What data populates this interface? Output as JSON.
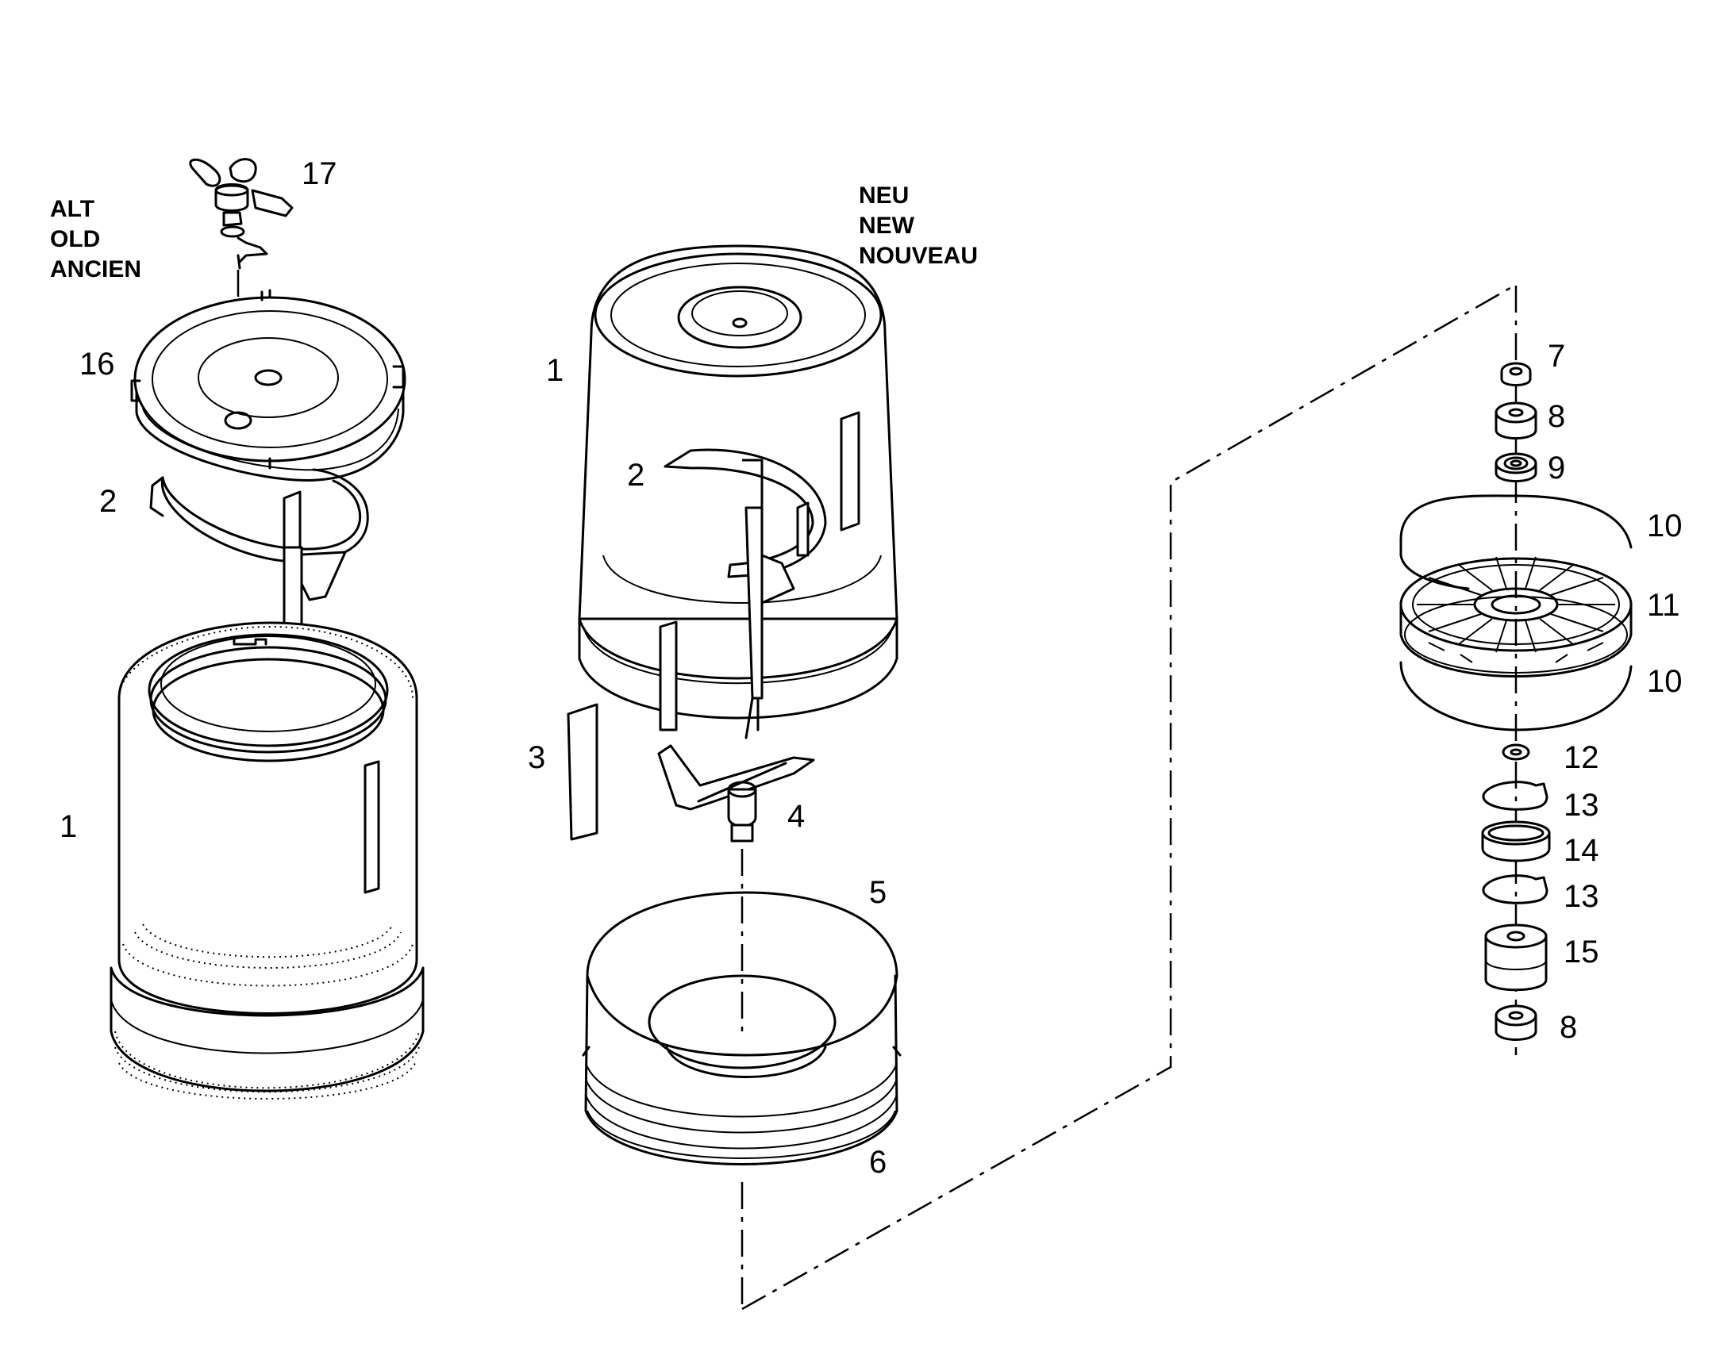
{
  "captions": {
    "old": [
      "ALT",
      "OLD",
      "ANCIEN"
    ],
    "new": [
      "NEU",
      "NEW",
      "NOUVEAU"
    ]
  },
  "callouts": {
    "c17": "17",
    "c16": "16",
    "c2_old": "2",
    "c1_old": "1",
    "c1_new": "1",
    "c2_new": "2",
    "c3": "3",
    "c4": "4",
    "c5": "5",
    "c6": "6",
    "c7": "7",
    "c8_top": "8",
    "c9": "9",
    "c10_top": "10",
    "c11": "11",
    "c10_bottom": "10",
    "c12": "12",
    "c13_top": "13",
    "c14": "14",
    "c13_bottom": "13",
    "c15": "15",
    "c8_bottom": "8"
  }
}
